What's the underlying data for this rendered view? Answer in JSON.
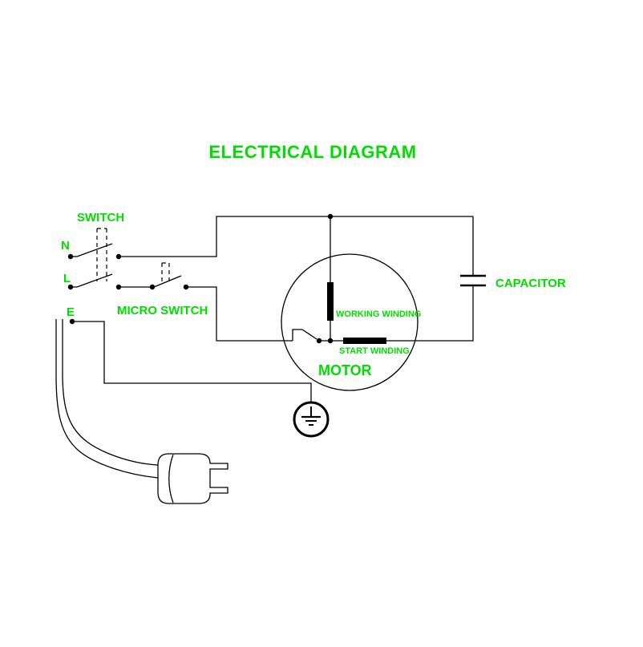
{
  "title": "ELECTRICAL DIAGRAM",
  "colors": {
    "label_green": "#00dd00",
    "line_black": "#000000",
    "background": "#ffffff"
  },
  "labels": {
    "switch": "SWITCH",
    "terminal_n": "N",
    "terminal_l": "L",
    "terminal_e": "E",
    "micro_switch": "MICRO SWITCH",
    "capacitor": "CAPACITOR",
    "working_winding": "WORKING WINDING",
    "start_winding": "START WINDING",
    "motor": "MOTOR"
  }
}
